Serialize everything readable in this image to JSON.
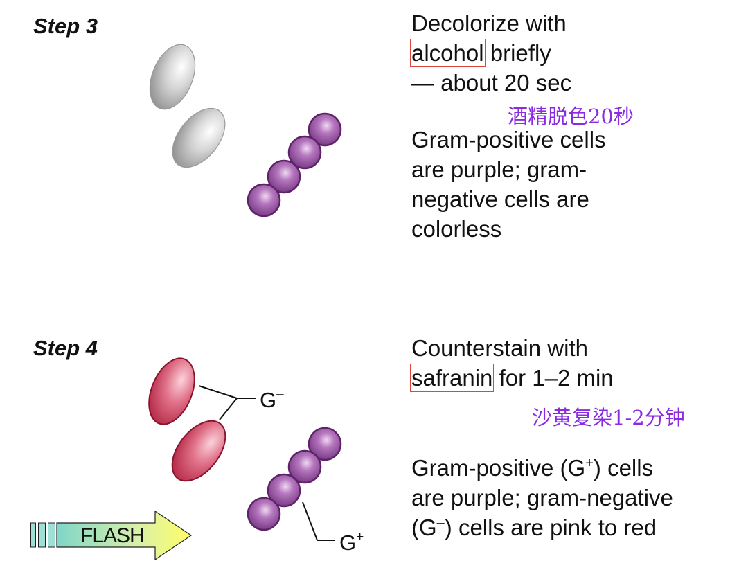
{
  "step3": {
    "label": "Step 3",
    "instruction_line1": "Decolorize with",
    "reagent": "alcohol",
    "instruction_line2_rest": " briefly",
    "instruction_line3": "— about 20 sec",
    "chinese_note": "酒精脱色20秒",
    "result_lines": [
      "Gram-positive cells",
      "are purple; gram-",
      "negative cells are",
      "colorless"
    ]
  },
  "step4": {
    "label": "Step 4",
    "instruction_line1": "Counterstain with",
    "reagent": "safranin",
    "instruction_line2_rest": " for 1–2 min",
    "chinese_note": "沙黄复染1-2分钟",
    "result_line1_a": "Gram-positive (G",
    "result_line1_sup": "+",
    "result_line1_b": ") cells",
    "result_line2": "are purple; gram-negative",
    "result_line3_a": "(G",
    "result_line3_sup": "–",
    "result_line3_b": ") cells are pink to red",
    "label_gram_negative": "G",
    "label_gram_negative_sup": "–",
    "label_gram_positive": "G",
    "label_gram_positive_sup": "+"
  },
  "nav": {
    "flash_label": "FLASH"
  },
  "colors": {
    "gray_cell": "#bdbdbd",
    "purple_cell": "#9c5aa6",
    "pink_cell": "#d0405f",
    "highlight_box": "#e0463c",
    "chinese_text": "#8a2be2",
    "arrow_fill": "#ffff66"
  }
}
